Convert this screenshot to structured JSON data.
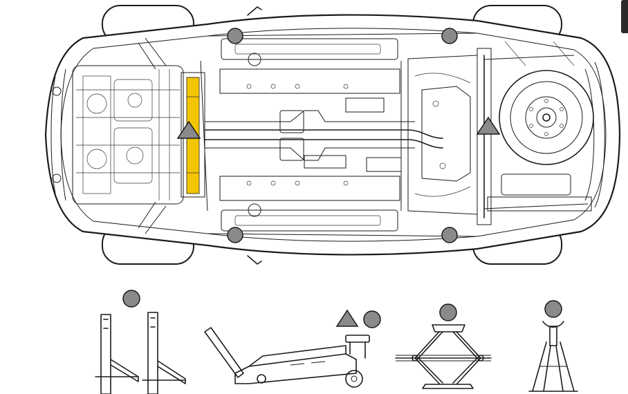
{
  "colors": {
    "point_gray": "#8a8a8a",
    "point_stroke": "#1a1a1a",
    "highlight_yellow": "#f2c500",
    "line": "#1a1a1a",
    "background": "#ffffff"
  },
  "legend": {
    "point_symbols": [
      "circle",
      "triangle"
    ],
    "equipment": [
      {
        "id": "two-post-lift",
        "symbols": [
          "circle"
        ]
      },
      {
        "id": "floor-jack",
        "symbols": [
          "triangle",
          "circle"
        ]
      },
      {
        "id": "scissor-jack",
        "symbols": [
          "circle"
        ]
      },
      {
        "id": "jack-stand",
        "symbols": [
          "circle"
        ]
      }
    ]
  },
  "lift_points": [
    {
      "id": "front-left",
      "symbol": "circle"
    },
    {
      "id": "rear-left",
      "symbol": "circle"
    },
    {
      "id": "front-right",
      "symbol": "circle"
    },
    {
      "id": "rear-right",
      "symbol": "circle"
    },
    {
      "id": "front-center",
      "symbol": "triangle"
    },
    {
      "id": "rear-center",
      "symbol": "triangle"
    }
  ]
}
